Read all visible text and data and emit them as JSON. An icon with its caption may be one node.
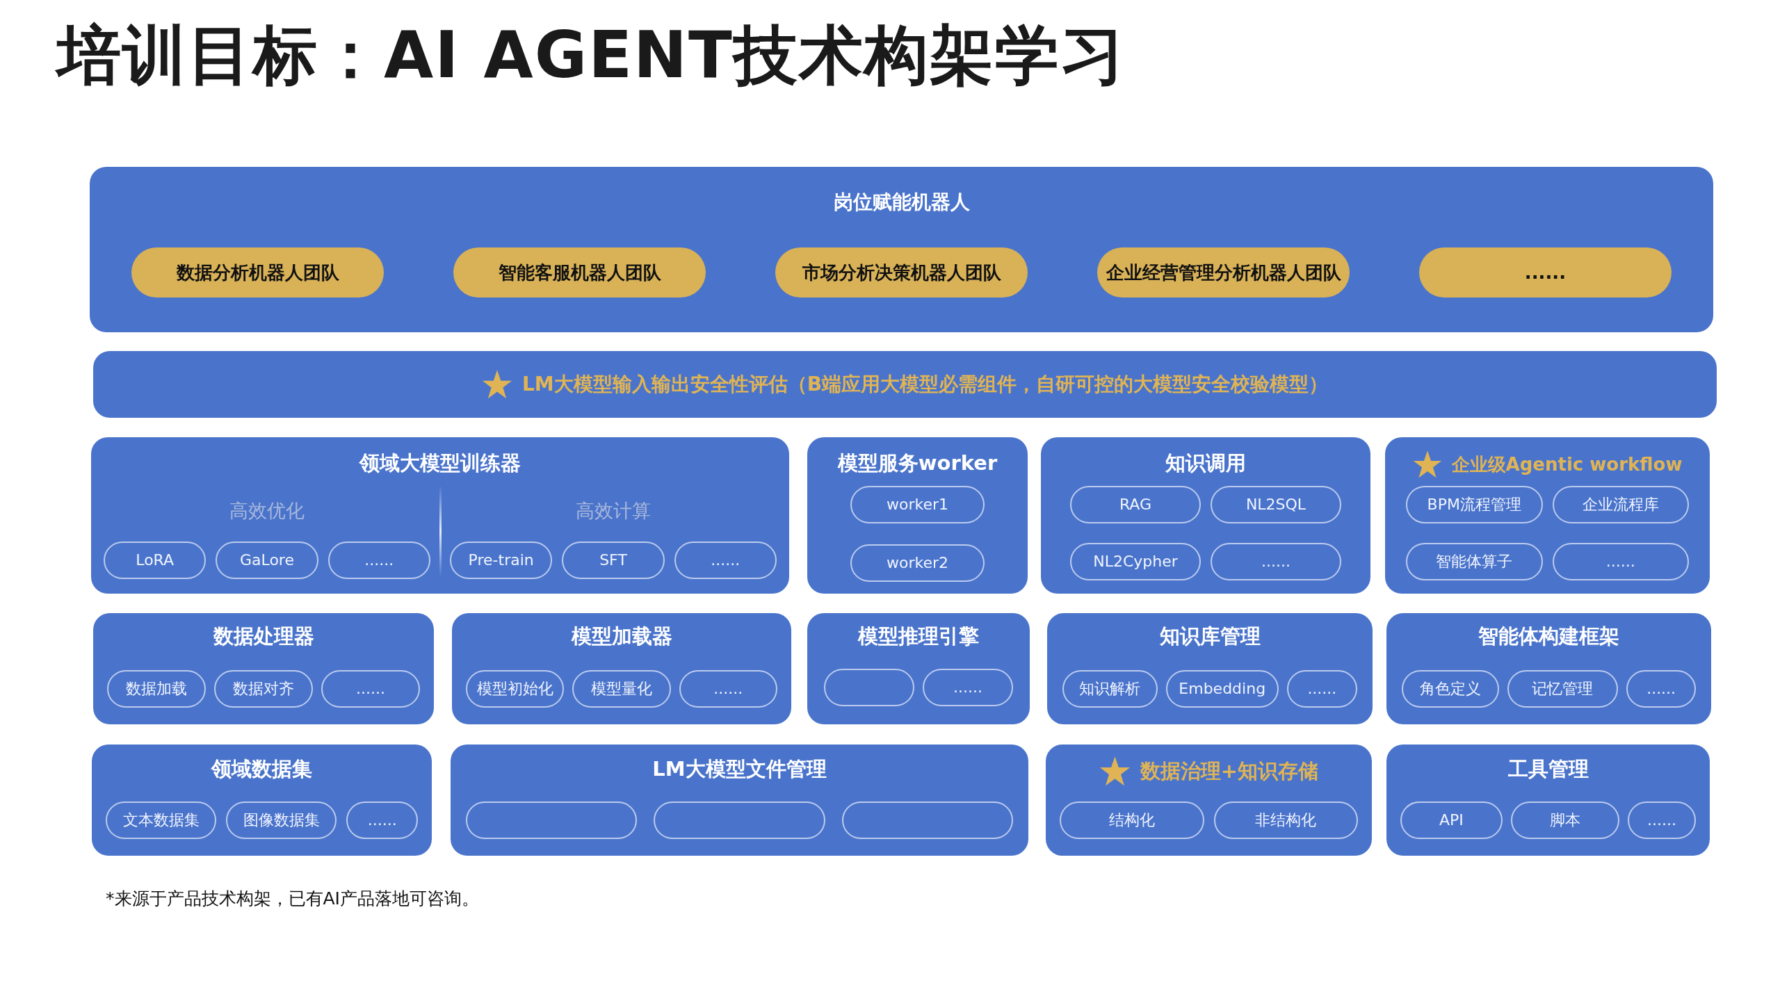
{
  "diagram": {
    "title": "培训目标：AI AGENT技术构架学习",
    "caption": "*来源于产品技术构架，已有AI产品落地可咨询。",
    "nodes": [
      {
        "text": [
          "岗位赋能机器人"
        ]
      },
      {
        "text": [
          "数据分析机器人团队"
        ],
        "in": 0
      },
      {
        "text": [
          "智能客服机器人团队"
        ],
        "in": 0
      },
      {
        "text": [
          "市场分析决策机器人团队"
        ],
        "in": 0
      },
      {
        "text": [
          "企业经营管理分析机器人团队"
        ],
        "in": 0
      },
      {
        "text": [
          "......"
        ],
        "in": 0
      },
      {
        "text": [
          "LM大模型输入输出安全性评估（B端应用大模型必需组件，自研可控的大模型安全校验模型）"
        ]
      },
      {
        "text": [
          "领域大模型训练器",
          "高效优化",
          "高效计算"
        ]
      },
      {
        "text": [
          "LoRA"
        ],
        "in": 7
      },
      {
        "text": [
          "GaLore"
        ],
        "in": 7
      },
      {
        "text": [
          "......"
        ],
        "in": 7
      },
      {
        "text": [
          "Pre-train"
        ],
        "in": 7
      },
      {
        "text": [
          "SFT"
        ],
        "in": 7
      },
      {
        "text": [
          "......"
        ],
        "in": 7
      },
      {
        "text": [
          "模型服务worker"
        ]
      },
      {
        "text": [
          "worker1"
        ],
        "in": 14
      },
      {
        "text": [
          "worker2"
        ],
        "in": 14
      },
      {
        "text": [
          "知识调用"
        ]
      },
      {
        "text": [
          "RAG"
        ],
        "in": 17
      },
      {
        "text": [
          "NL2SQL"
        ],
        "in": 17
      },
      {
        "text": [
          "NL2Cypher"
        ],
        "in": 17
      },
      {
        "text": [
          "......"
        ],
        "in": 17
      },
      {
        "text": [
          "企业级Agentic workflow"
        ]
      },
      {
        "text": [
          "BPM流程管理"
        ],
        "in": 22
      },
      {
        "text": [
          "企业流程库"
        ],
        "in": 22
      },
      {
        "text": [
          "智能体算子"
        ],
        "in": 22
      },
      {
        "text": [
          "......"
        ],
        "in": 22
      },
      {
        "text": [
          "数据处理器"
        ]
      },
      {
        "text": [
          "数据加载"
        ],
        "in": 27
      },
      {
        "text": [
          "数据对齐"
        ],
        "in": 27
      },
      {
        "text": [
          "......"
        ],
        "in": 27
      },
      {
        "text": [
          "模型加载器"
        ]
      },
      {
        "text": [
          "模型初始化"
        ],
        "in": 31
      },
      {
        "text": [
          "模型量化"
        ],
        "in": 31
      },
      {
        "text": [
          "......"
        ],
        "in": 31
      },
      {
        "text": [
          "模型推理引擎"
        ]
      },
      {
        "text": [],
        "shape": "box",
        "in": 35
      },
      {
        "text": [
          "......"
        ],
        "in": 35
      },
      {
        "text": [
          "知识库管理"
        ]
      },
      {
        "text": [
          "知识解析"
        ],
        "in": 38
      },
      {
        "text": [
          "Embedding"
        ],
        "in": 38
      },
      {
        "text": [
          "......"
        ],
        "in": 38
      },
      {
        "text": [
          "智能体构建框架"
        ]
      },
      {
        "text": [
          "角色定义"
        ],
        "in": 42
      },
      {
        "text": [
          "记忆管理"
        ],
        "in": 42
      },
      {
        "text": [
          "......"
        ],
        "in": 42
      },
      {
        "text": [
          "领域数据集"
        ]
      },
      {
        "text": [
          "文本数据集"
        ],
        "in": 46
      },
      {
        "text": [
          "图像数据集"
        ],
        "in": 46
      },
      {
        "text": [
          "......"
        ],
        "in": 46
      },
      {
        "text": [
          "LM大模型文件管理"
        ]
      },
      {
        "text": [],
        "shape": "box",
        "in": 50
      },
      {
        "text": [],
        "shape": "box",
        "in": 50
      },
      {
        "text": [],
        "shape": "box",
        "in": 50
      },
      {
        "text": [
          "数据治理+知识存储"
        ]
      },
      {
        "text": [
          "结构化"
        ],
        "in": 54
      },
      {
        "text": [
          "非结构化"
        ],
        "in": 54
      },
      {
        "text": [
          "工具管理"
        ]
      },
      {
        "text": [
          "API"
        ],
        "in": 57
      },
      {
        "text": [
          "脚本"
        ],
        "in": 57
      },
      {
        "text": [
          "......"
        ],
        "in": 57
      }
    ],
    "edges": []
  }
}
